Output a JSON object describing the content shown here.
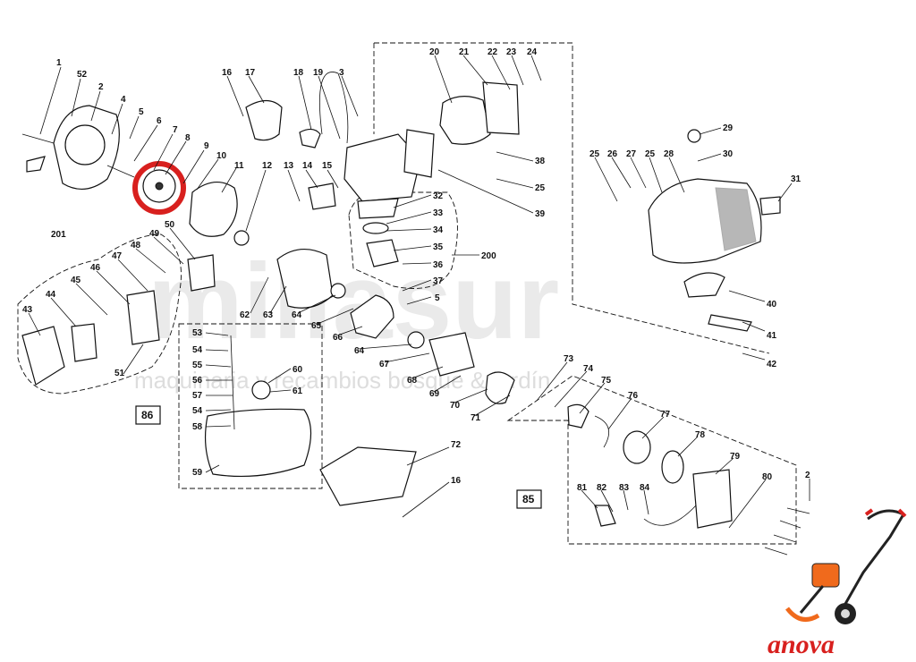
{
  "labels": {
    "p1": "1",
    "p52": "52",
    "p2a": "2",
    "p4": "4",
    "p5a": "5",
    "p6": "6",
    "p7": "7",
    "p8": "8",
    "p9": "9",
    "p10": "10",
    "p11": "11",
    "p12": "12",
    "p13": "13",
    "p14": "14",
    "p15": "15",
    "p16a": "16",
    "p17": "17",
    "p18": "18",
    "p19": "19",
    "p3": "3",
    "p20": "20",
    "p21": "21",
    "p22": "22",
    "p23": "23",
    "p24": "24",
    "p38": "38",
    "p25a": "25",
    "p39": "39",
    "p32": "32",
    "p33": "33",
    "p34": "34",
    "p35": "35",
    "p36": "36",
    "p37": "37",
    "p5b": "5",
    "p200": "200",
    "p29": "29",
    "p30": "30",
    "p25b": "25",
    "p26": "26",
    "p27": "27",
    "p25c": "25",
    "p28": "28",
    "p31": "31",
    "p40": "40",
    "p41": "41",
    "p42": "42",
    "p201": "201",
    "p48": "48",
    "p49": "49",
    "p50": "50",
    "p47": "47",
    "p46": "46",
    "p45": "45",
    "p44": "44",
    "p43": "43",
    "p51": "51",
    "p62": "62",
    "p63": "63",
    "p64a": "64",
    "p65": "65",
    "p66": "66",
    "p64b": "64",
    "p67": "67",
    "p68": "68",
    "p69": "69",
    "p70": "70",
    "p71": "71",
    "p53": "53",
    "p54a": "54",
    "p55": "55",
    "p56": "56",
    "p57": "57",
    "p54b": "54",
    "p58": "58",
    "p59": "59",
    "p60": "60",
    "p61": "61",
    "p72": "72",
    "p16b": "16",
    "p73": "73",
    "p74": "74",
    "p75": "75",
    "p76": "76",
    "p77": "77",
    "p78": "78",
    "p79": "79",
    "p80": "80",
    "p81": "81",
    "p82": "82",
    "p83": "83",
    "p84": "84",
    "p2b": "2"
  },
  "boxes": {
    "b86": "86",
    "b85": "85"
  },
  "watermark": {
    "big": "millasur",
    "small": "maquinaria y recambios bosque & jardín"
  },
  "brand": "anova",
  "colors": {
    "highlight": "#d8201e",
    "brand": "#d8201e",
    "accent_orange": "#f06a1c"
  }
}
